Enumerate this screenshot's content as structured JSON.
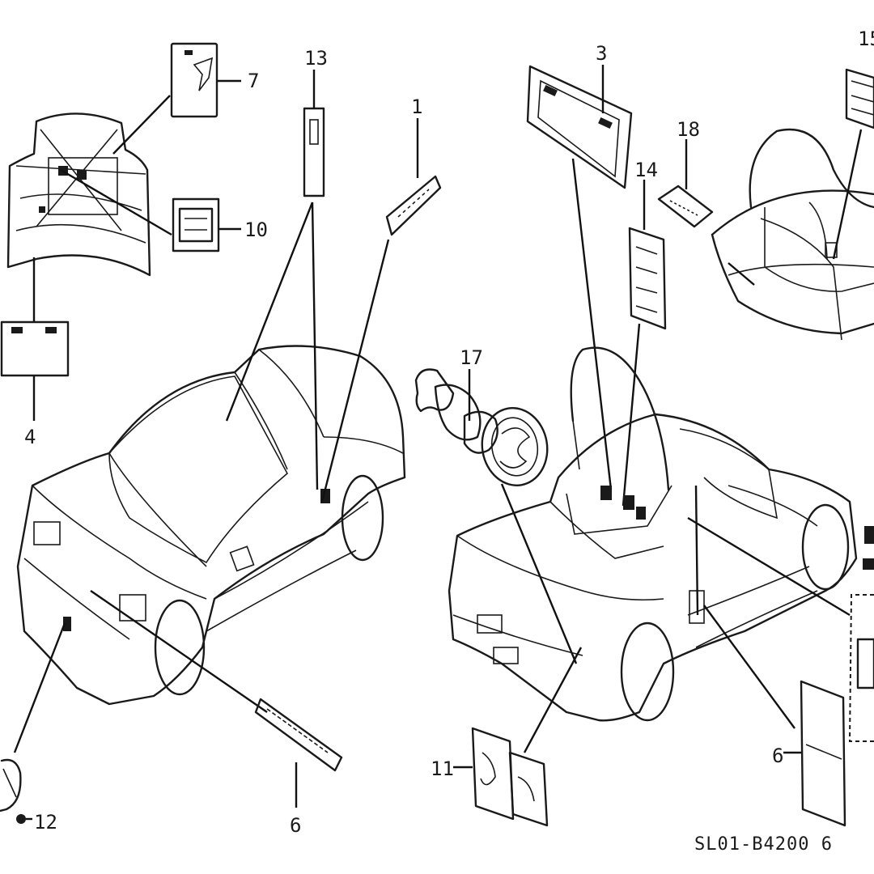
{
  "callouts": {
    "c1": "1",
    "c3": "3",
    "c4": "4",
    "c6a": "6",
    "c6b": "6",
    "c7": "7",
    "c10": "10",
    "c11": "11",
    "c12": "12",
    "c13": "13",
    "c14": "14",
    "c15": "15",
    "c17": "17",
    "c18": "18"
  },
  "diagram_code": "SL01-B4200 6",
  "colors": {
    "line": "#1a1a1a",
    "background": "#ffffff"
  }
}
